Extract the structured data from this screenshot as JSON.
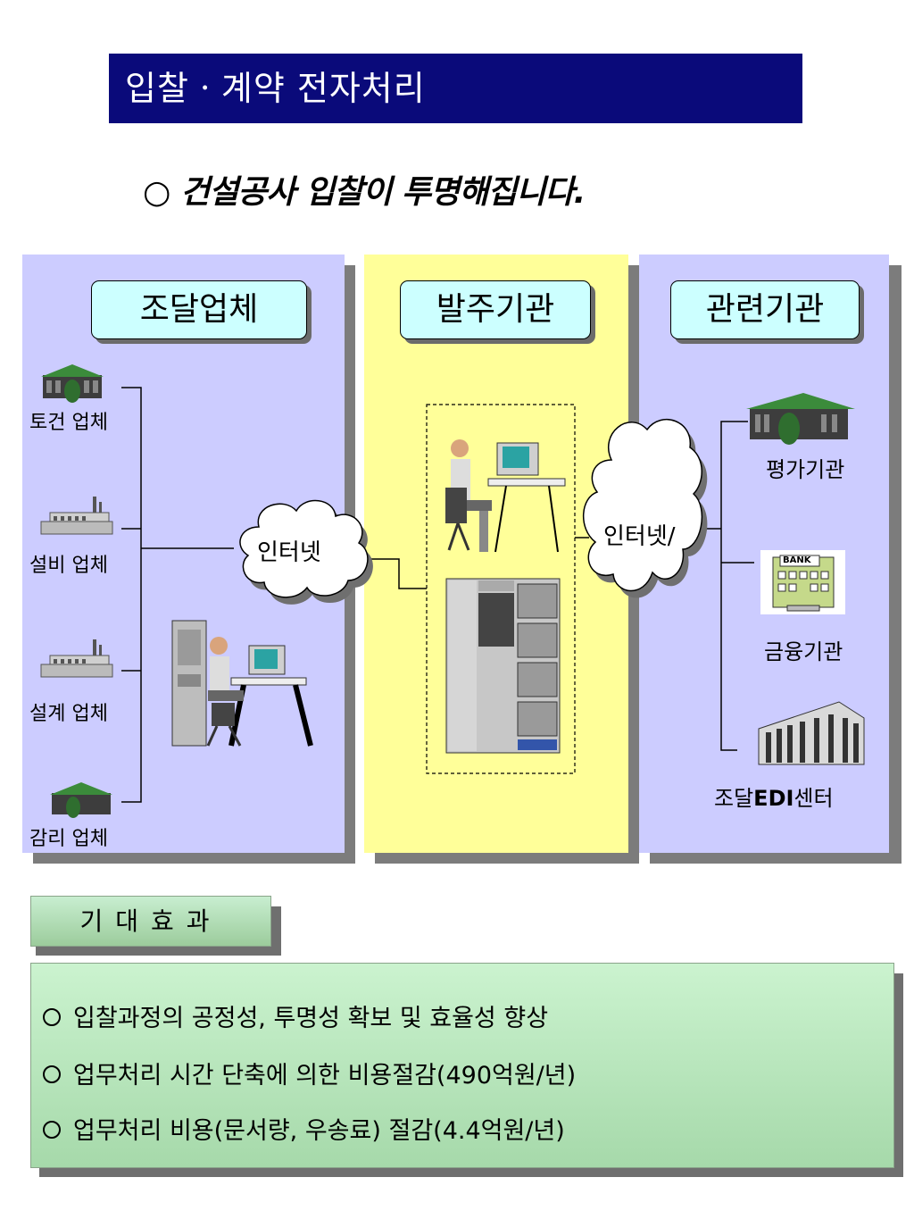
{
  "title": "입찰ㆍ계약 전자처리",
  "subtitle": "○ 건설공사 입찰이 투명해집니다.",
  "columns": {
    "left": {
      "header": "조달업체"
    },
    "middle": {
      "header": "발주기관"
    },
    "right": {
      "header": "관련기관"
    }
  },
  "left_items": [
    "토건 업체",
    "설비 업체",
    "설계 업체",
    "감리 업체"
  ],
  "clouds": {
    "left": "인터넷",
    "right": "인터넷/"
  },
  "right_items": {
    "eval": "평가기관",
    "finance": "금융기관",
    "edi_prefix": "조달",
    "edi_bold": "EDI",
    "edi_suffix": "센터"
  },
  "bank_sign": "BANK",
  "effects": {
    "heading": "기대효과",
    "items": [
      "입찰과정의 공정성, 투명성 확보 및 효율성 향상",
      "업무처리 시간 단축에 의한 비용절감(490억원/년)",
      "업무처리 비용(문서량, 우송료) 절감(4.4억원/년)"
    ]
  },
  "colors": {
    "title_bg": "#0a0a7a",
    "side_panel": "#ccccff",
    "middle_panel": "#ffff99",
    "header_box": "#ccffff",
    "effects_green": "#b5e3b8"
  }
}
